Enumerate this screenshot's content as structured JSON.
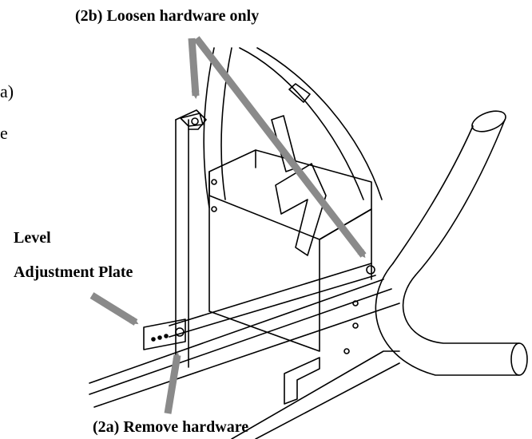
{
  "labels": {
    "loosen": "(2b) Loosen hardware only",
    "level": "Level",
    "adjustment_plate": "Adjustment Plate",
    "remove": "(2a) Remove hardware",
    "cut_text_a": "a)",
    "cut_text_e": "e"
  },
  "colors": {
    "arrow": "#8a8a8a",
    "line": "#000000",
    "background": "#ffffff"
  }
}
